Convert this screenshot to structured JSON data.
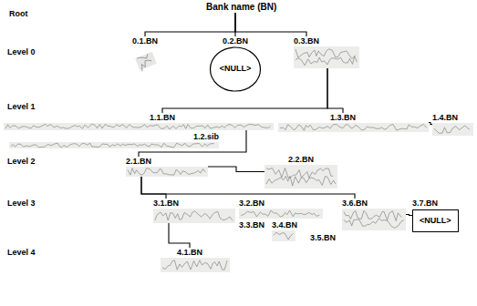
{
  "diagram": {
    "nodes": [
      {
        "text": [
          "Bank name (BN)"
        ]
      },
      {
        "text": [
          "0.1.BN"
        ]
      },
      {
        "text": [
          "0.2.BN",
          "<NULL>"
        ]
      },
      {
        "text": [
          "0.3.BN"
        ]
      },
      {
        "text": [
          "1.1.BN"
        ]
      },
      {
        "text": [
          "1.2.sib"
        ]
      },
      {
        "text": [
          "1.3.BN"
        ]
      },
      {
        "text": [
          "1.4.BN"
        ]
      },
      {
        "text": [
          "2.1.BN"
        ]
      },
      {
        "text": [
          "2.2.BN"
        ]
      },
      {
        "text": [
          "3.1.BN"
        ]
      },
      {
        "text": [
          "3.2.BN"
        ]
      },
      {
        "text": [
          "3.3.BN"
        ]
      },
      {
        "text": [
          "3.4.BN"
        ]
      },
      {
        "text": [
          "3.5.BN"
        ]
      },
      {
        "text": [
          "3.6.BN"
        ]
      },
      {
        "text": [
          "3.7.BN",
          "<NULL>"
        ]
      },
      {
        "text": [
          "4.1.BN"
        ]
      }
    ],
    "edges": [
      {
        "from": 0,
        "to": 1,
        "arrow": "none"
      },
      {
        "from": 0,
        "to": 2,
        "arrow": "none"
      },
      {
        "from": 0,
        "to": 3,
        "arrow": "none"
      },
      {
        "from": 3,
        "to": 4,
        "arrow": "none"
      },
      {
        "from": 3,
        "to": 6,
        "arrow": "none"
      },
      {
        "from": 6,
        "to": 7,
        "arrow": "none"
      },
      {
        "from": 4,
        "to": 8,
        "arrow": "none"
      },
      {
        "from": 8,
        "to": 9,
        "arrow": "none"
      },
      {
        "from": 8,
        "to": 10,
        "arrow": "none"
      },
      {
        "from": 8,
        "to": 15,
        "arrow": "none"
      },
      {
        "from": 15,
        "to": 16,
        "arrow": "none"
      },
      {
        "from": 10,
        "to": 17,
        "arrow": "none"
      }
    ],
    "labels": [
      "Root",
      "Level 0",
      "Level 1",
      "Level 2",
      "Level 3",
      "Level 4"
    ]
  }
}
